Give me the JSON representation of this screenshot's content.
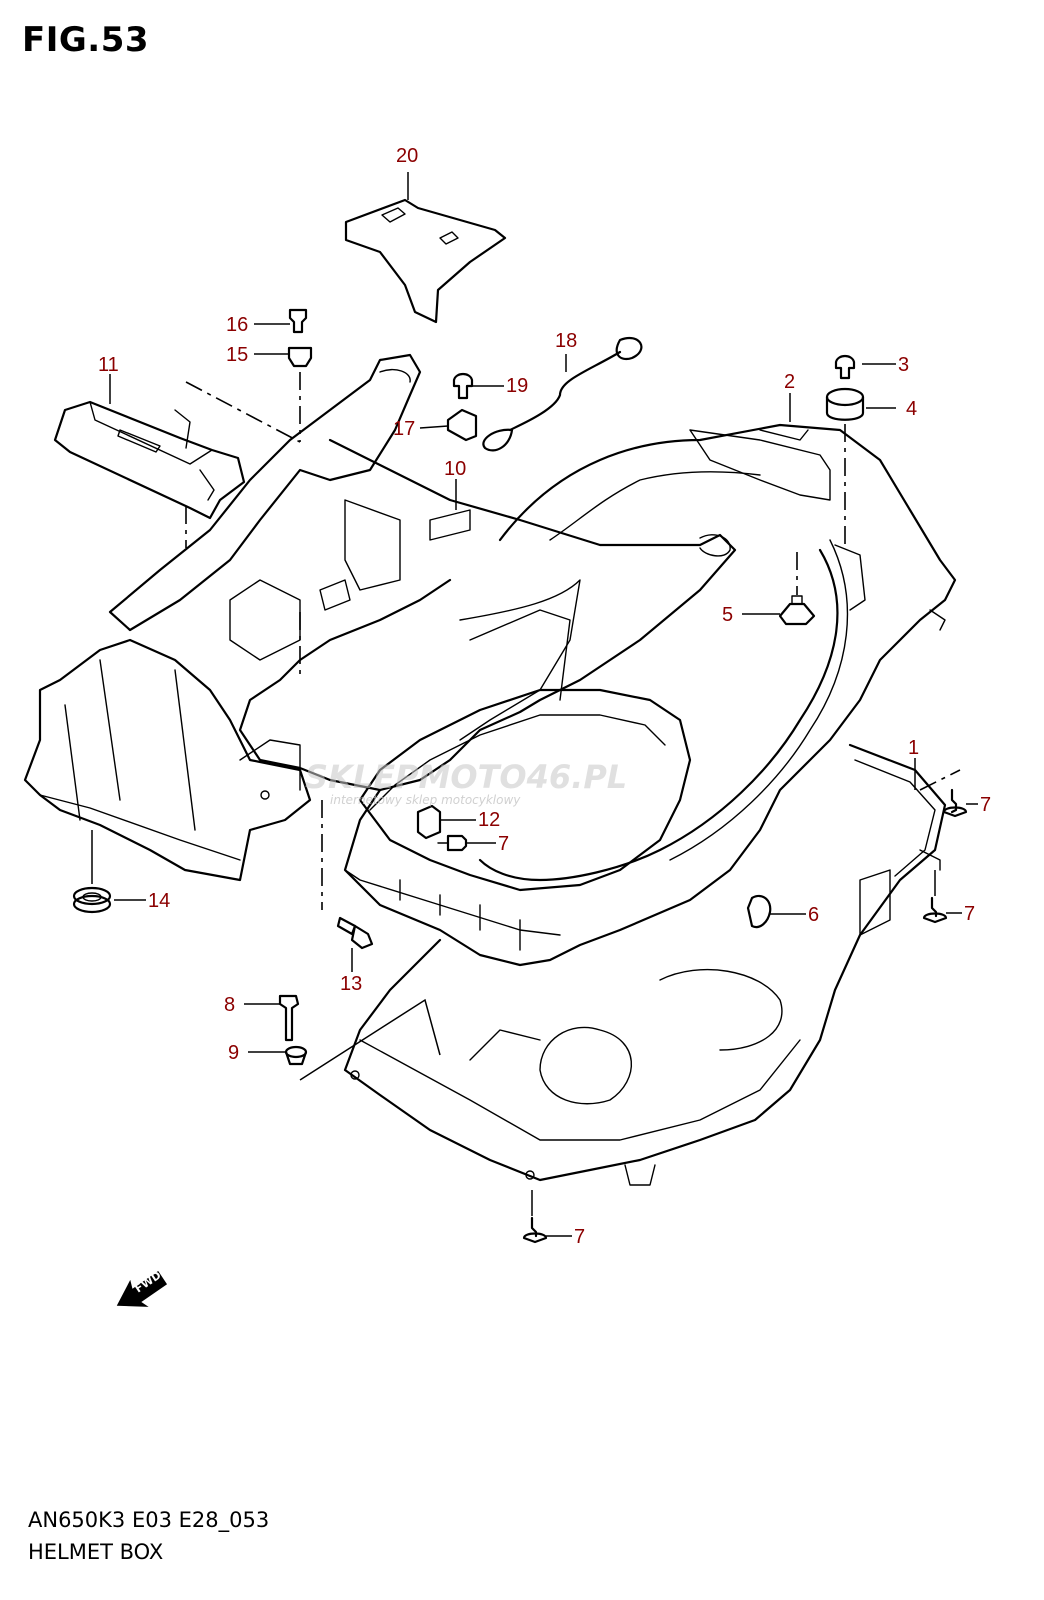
{
  "figure": {
    "title": "FIG.53",
    "model_code": "AN650K3 E03 E28_053",
    "name": "HELMET BOX"
  },
  "watermark": {
    "brand": "SKLEPMOTO46.PL",
    "tagline": "internetowy sklep motocyklowy"
  },
  "fwd_label": "FWD",
  "callouts": [
    "20",
    "16",
    "15",
    "11",
    "18",
    "19",
    "17",
    "3",
    "4",
    "2",
    "10",
    "5",
    "1",
    "7",
    "12",
    "7",
    "14",
    "6",
    "7",
    "13",
    "8",
    "9",
    "7"
  ],
  "colors": {
    "callout": "#8b0000",
    "line": "#000000",
    "background": "#ffffff"
  }
}
